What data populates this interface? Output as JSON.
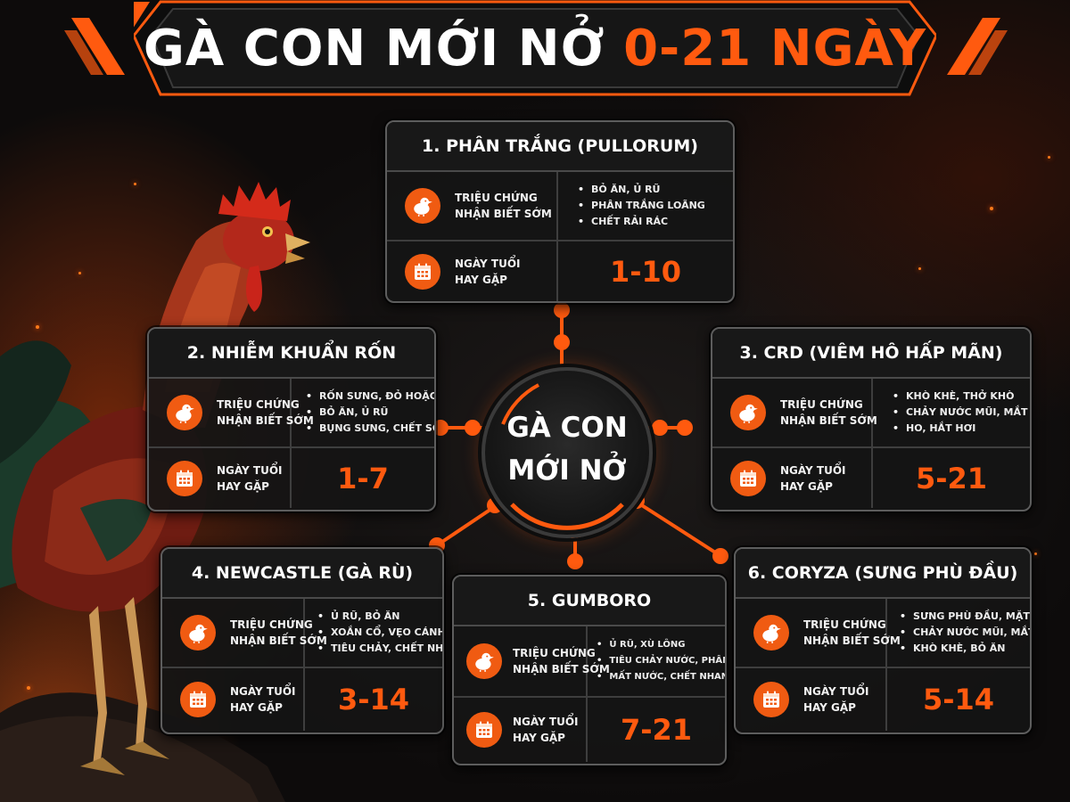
{
  "header": {
    "title_white": "GÀ CON MỚI NỞ",
    "title_orange": "0-21 NGÀY"
  },
  "hub": {
    "line1": "GÀ CON",
    "line2": "MỚI NỞ"
  },
  "labels": {
    "symptom_line1": "TRIỆU CHỨNG",
    "symptom_line2": "NHẬN BIẾT SỚM",
    "age_line1": "NGÀY TUỔI",
    "age_line2": "HAY GẶP"
  },
  "icons": {
    "symptom": "chick-icon",
    "age": "calendar-icon"
  },
  "colors": {
    "accent": "#ff5a0f",
    "card_bg": "#141414",
    "border": "#5d5d5d"
  },
  "diseases": [
    {
      "title": "1. PHÂN TRẮNG (PULLORUM)",
      "symptoms": [
        "BỎ ĂN, Ủ RŨ",
        "PHÂN TRẮNG LOÃNG",
        "CHẾT RẢI RÁC"
      ],
      "age": "1-10"
    },
    {
      "title": "2. NHIỄM KHUẨN RỐN",
      "symptoms": [
        "RỐN SƯNG, ĐỎ HOẶC ƯỚT",
        "BỎ ĂN, Ủ RŨ",
        "BỤNG SƯNG, CHẾT SỚM"
      ],
      "age": "1-7"
    },
    {
      "title": "3. CRD (VIÊM HÔ HẤP MÃN)",
      "symptoms": [
        "KHÒ KHÈ, THỞ KHÒ",
        "CHẢY NƯỚC MŨI, MẮT",
        "HO, HẮT HƠI"
      ],
      "age": "5-21"
    },
    {
      "title": "4. NEWCASTLE (GÀ RÙ)",
      "symptoms": [
        "Ủ RŨ, BỎ ĂN",
        "XOẮN CỔ, VẸO CÁNH CHÂN",
        "TIÊU CHẢY, CHẾT NHANH"
      ],
      "age": "3-14"
    },
    {
      "title": "5. GUMBORO",
      "symptoms": [
        "Ủ RŨ, XÙ LÔNG",
        "TIÊU CHẢY NƯỚC, PHÂN TRẮNG",
        "MẤT NƯỚC, CHẾT NHANH"
      ],
      "age": "7-21"
    },
    {
      "title": "6. CORYZA (SƯNG PHÙ ĐẦU)",
      "symptoms": [
        "SƯNG PHÙ ĐẦU, MẶT",
        "CHẢY NƯỚC MŨI, MẮT",
        "KHÒ KHÈ, BỎ ĂN"
      ],
      "age": "5-14"
    }
  ]
}
